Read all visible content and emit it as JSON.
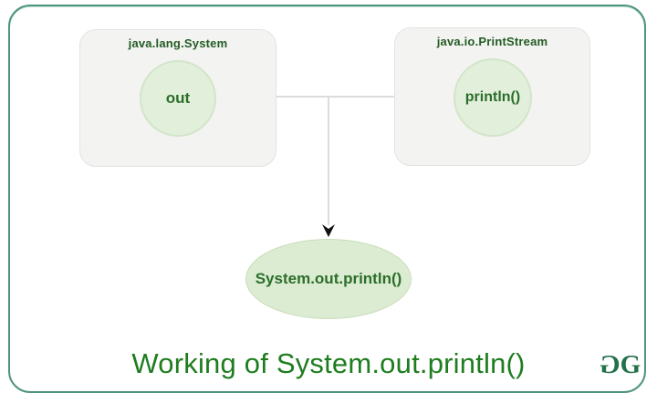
{
  "diagram": {
    "left_box": {
      "title": "java.lang.System",
      "node_label": "out"
    },
    "right_box": {
      "title": "java.io.PrintStream",
      "node_label": "println()"
    },
    "result_node": {
      "label": "System.out.println()"
    },
    "caption": "Working of System.out.println()",
    "logo": {
      "g1": "G",
      "g2": "G"
    }
  },
  "colors": {
    "frame_border": "#4f957c",
    "box_fill": "#f3f3f2",
    "box_border": "#e3e3e3",
    "node_fill": "#e2efdb",
    "node_border": "#d3e5c9",
    "ellipse_fill": "#dcecd2",
    "ellipse_border": "#c8dcba",
    "node_text": "#2b6e2b",
    "box_title_text": "#235c23",
    "caption_text": "#1f7d1f",
    "logo_text": "#23714b",
    "connector_line": "#dcdcdc",
    "arrow": "#111111"
  }
}
